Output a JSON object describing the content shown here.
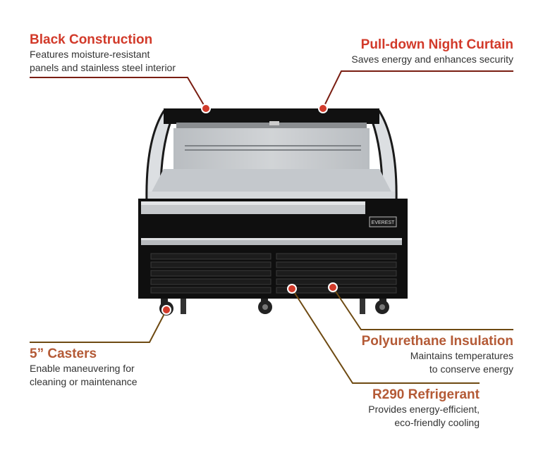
{
  "colors": {
    "red": "#d23a2a",
    "brown": "#b45a36",
    "dark_red": "#7a1e12",
    "dark_brown": "#6e4a12"
  },
  "callouts": {
    "black_construction": {
      "title": "Black Construction",
      "desc1": "Features moisture-resistant",
      "desc2": "panels and stainless steel interior"
    },
    "night_curtain": {
      "title": "Pull-down Night Curtain",
      "desc1": "Saves energy and enhances security"
    },
    "casters": {
      "title": "5” Casters",
      "desc1": "Enable maneuvering for",
      "desc2": "cleaning or maintenance"
    },
    "insulation": {
      "title": "Polyurethane Insulation",
      "desc1": "Maintains temperatures",
      "desc2": "to conserve energy"
    },
    "refrigerant": {
      "title": "R290 Refrigerant",
      "desc1": "Provides energy-efficient,",
      "desc2": "eco-friendly cooling"
    }
  },
  "product": {
    "brand_badge": "EVEREST"
  }
}
